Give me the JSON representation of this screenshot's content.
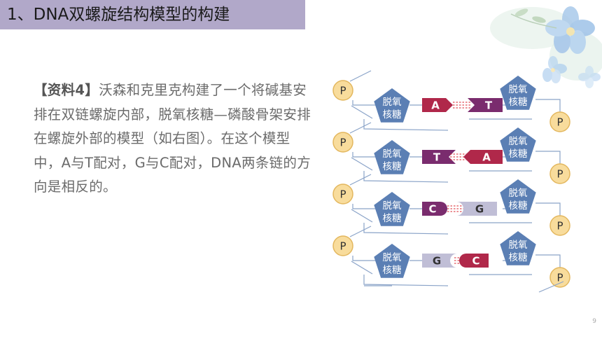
{
  "title": "1、DNA双螺旋结构模型的构建",
  "paragraph": {
    "source_label": "【资料4】",
    "body": "沃森和克里克构建了一个将碱基安排在双链螺旋内部，脱氧核糖—磷酸骨架安排在螺旋外部的模型（如右图）。在这个模型中，A与T配对，G与C配对，DNA两条链的方向是相反的。"
  },
  "diagram": {
    "phosphate_label": "P",
    "sugar_line1": "脱氧",
    "sugar_line2": "核糖",
    "pairs": [
      {
        "left": "A",
        "right": "T"
      },
      {
        "left": "T",
        "right": "A"
      },
      {
        "left": "C",
        "right": "G"
      },
      {
        "left": "G",
        "right": "C"
      }
    ],
    "colors": {
      "phosphate_fill": "#f8dc9c",
      "phosphate_stroke": "#e3b75e",
      "sugar": "#5b7fb4",
      "backbone": "#8aa3c8",
      "purple_base": "#7a2c6e",
      "red_base": "#b0284a",
      "grey_base": "#c0bed6",
      "hbond": "#d8202a"
    }
  },
  "page_number": "9"
}
